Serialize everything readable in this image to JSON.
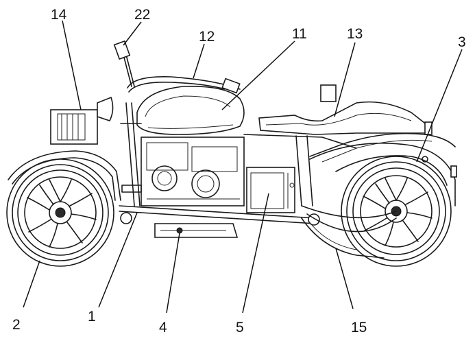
{
  "labels": [
    {
      "id": "label-1",
      "text": "1"
    },
    {
      "id": "label-2",
      "text": "2"
    },
    {
      "id": "label-3",
      "text": "3"
    },
    {
      "id": "label-4",
      "text": "4"
    },
    {
      "id": "label-5",
      "text": "5"
    },
    {
      "id": "label-11",
      "text": "11"
    },
    {
      "id": "label-12",
      "text": "12"
    },
    {
      "id": "label-13",
      "text": "13"
    },
    {
      "id": "label-14",
      "text": "14"
    },
    {
      "id": "label-15",
      "text": "15"
    },
    {
      "id": "label-22",
      "text": "22"
    }
  ]
}
